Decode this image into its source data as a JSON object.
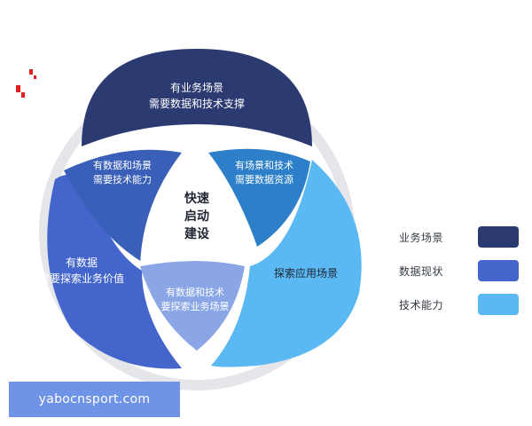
{
  "diagram": {
    "center_lines": [
      "快速",
      "启动",
      "建设"
    ],
    "top_lines": [
      "有业务场景",
      "需要数据和技术支撑"
    ],
    "left_lines": [
      "有数据",
      "需要探索业务价值"
    ],
    "right_lines": [
      "探索应用场景"
    ],
    "upper_left_lines": [
      "有数据和场景",
      "需要技术能力"
    ],
    "upper_right_lines": [
      "有场景和技术",
      "需要数据资源"
    ],
    "bottom_lines": [
      "有数据和技术",
      "要探索业务场景"
    ]
  },
  "legend": {
    "items": [
      {
        "label": "业务场景",
        "color": "#2c3a72"
      },
      {
        "label": "数据现状",
        "color": "#4466cc"
      },
      {
        "label": "技术能力",
        "color": "#5ab8f2"
      }
    ]
  },
  "colors": {
    "top": "#2c3a72",
    "left": "#4466cc",
    "right": "#5ab8f2",
    "upper_left": "#3a5fb8",
    "upper_right": "#2c7fc8",
    "bottom": "#8aa6e6",
    "ring": "#e4e6ea"
  },
  "watermark": {
    "text": "yabocnsport.com"
  }
}
